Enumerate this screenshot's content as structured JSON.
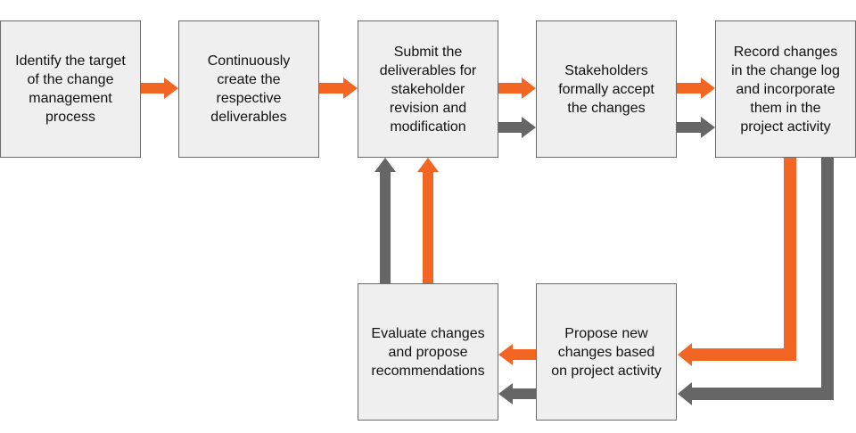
{
  "colors": {
    "orange": "#f26522",
    "gray": "#666666",
    "box_fill": "#efefef",
    "box_border": "#6b6b6b",
    "text": "#111111"
  },
  "steps": {
    "identify": "Identify the target\nof the change\nmanagement\nprocess",
    "create": "Continuously\ncreate the\nrespective\ndeliverables",
    "submit": "Submit the\ndeliverables for\nstakeholder\nrevision and\nmodification",
    "accept": "Stakeholders\nformally accept\nthe changes",
    "record": "Record changes\nin the change log\nand incorporate\nthem in the\nproject activity",
    "evaluate": "Evaluate changes\nand propose\nrecommendations",
    "propose": "Propose new\nchanges based\non project activity"
  },
  "connections": [
    {
      "from": "identify",
      "to": "create",
      "color": "orange"
    },
    {
      "from": "create",
      "to": "submit",
      "color": "orange"
    },
    {
      "from": "submit",
      "to": "accept",
      "color": "orange"
    },
    {
      "from": "submit",
      "to": "accept",
      "color": "gray"
    },
    {
      "from": "accept",
      "to": "record",
      "color": "orange"
    },
    {
      "from": "accept",
      "to": "record",
      "color": "gray"
    },
    {
      "from": "record",
      "to": "propose",
      "color": "orange"
    },
    {
      "from": "record",
      "to": "propose",
      "color": "gray"
    },
    {
      "from": "propose",
      "to": "evaluate",
      "color": "orange"
    },
    {
      "from": "propose",
      "to": "evaluate",
      "color": "gray"
    },
    {
      "from": "evaluate",
      "to": "submit",
      "color": "gray"
    },
    {
      "from": "evaluate",
      "to": "submit",
      "color": "orange"
    }
  ]
}
